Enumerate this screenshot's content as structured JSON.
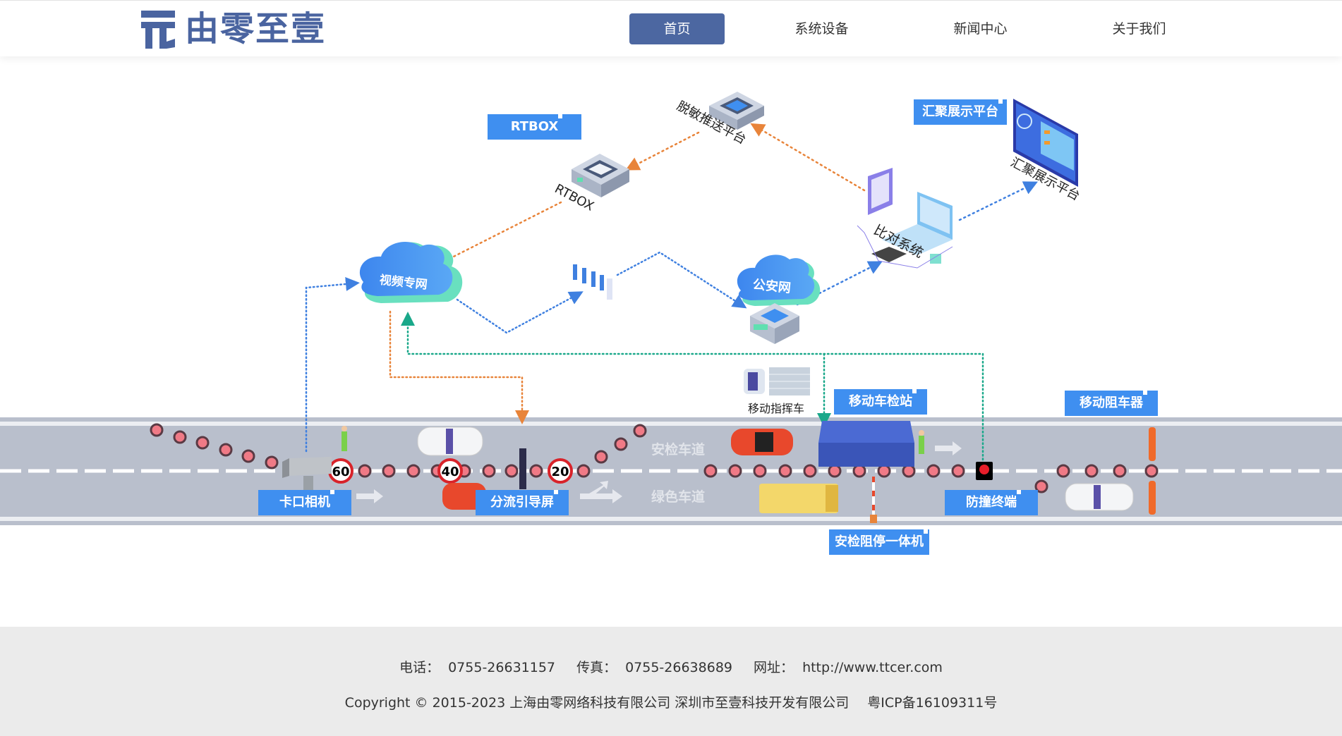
{
  "header": {
    "logo_text": "由零至壹",
    "logo_mark": "TT",
    "brand_color": "#4a64a0",
    "nav": [
      {
        "label": "首页",
        "active": true
      },
      {
        "label": "系统设备",
        "active": false
      },
      {
        "label": "新闻中心",
        "active": false
      },
      {
        "label": "关于我们",
        "active": false
      }
    ]
  },
  "diagram": {
    "callouts": {
      "rtbox": "RTBOX",
      "display_platform": "汇聚展示平台",
      "mobile_station": "移动车检站",
      "mobile_blocker": "移动阻车器",
      "checkpoint_camera": "卡口相机",
      "diversion_screen": "分流引导屏",
      "anti_collision": "防撞终端",
      "barrier_unit": "安检阻停一体机"
    },
    "nodes": {
      "rtbox_label": "RTBOX",
      "desensitize_label": "脱敏推送平台",
      "display_label": "汇聚展示平台",
      "compare_label": "比对系统",
      "video_net": "视频专网",
      "police_net": "公安网",
      "command_vehicle": "移动指挥车"
    },
    "lanes": {
      "security_lane": "安检车道",
      "green_lane": "绿色车道"
    },
    "speed_signs": [
      "60",
      "40",
      "20"
    ],
    "colors": {
      "callout": "#3f8ff0",
      "road": "#b9bfcc",
      "orange_link": "#e8843a",
      "blue_link": "#3f80e0",
      "green_link": "#1aa88a"
    }
  },
  "footer": {
    "phone_label": "电话：",
    "phone": "0755-26631157",
    "fax_label": "传真：",
    "fax": "0755-26638689",
    "site_label": "网址：",
    "site": "http://www.ttcer.com",
    "copyright": "Copyright © 2015-2023 上海由零网络科技有限公司 深圳市至壹科技开发有限公司",
    "icp": "粤ICP备16109311号"
  }
}
